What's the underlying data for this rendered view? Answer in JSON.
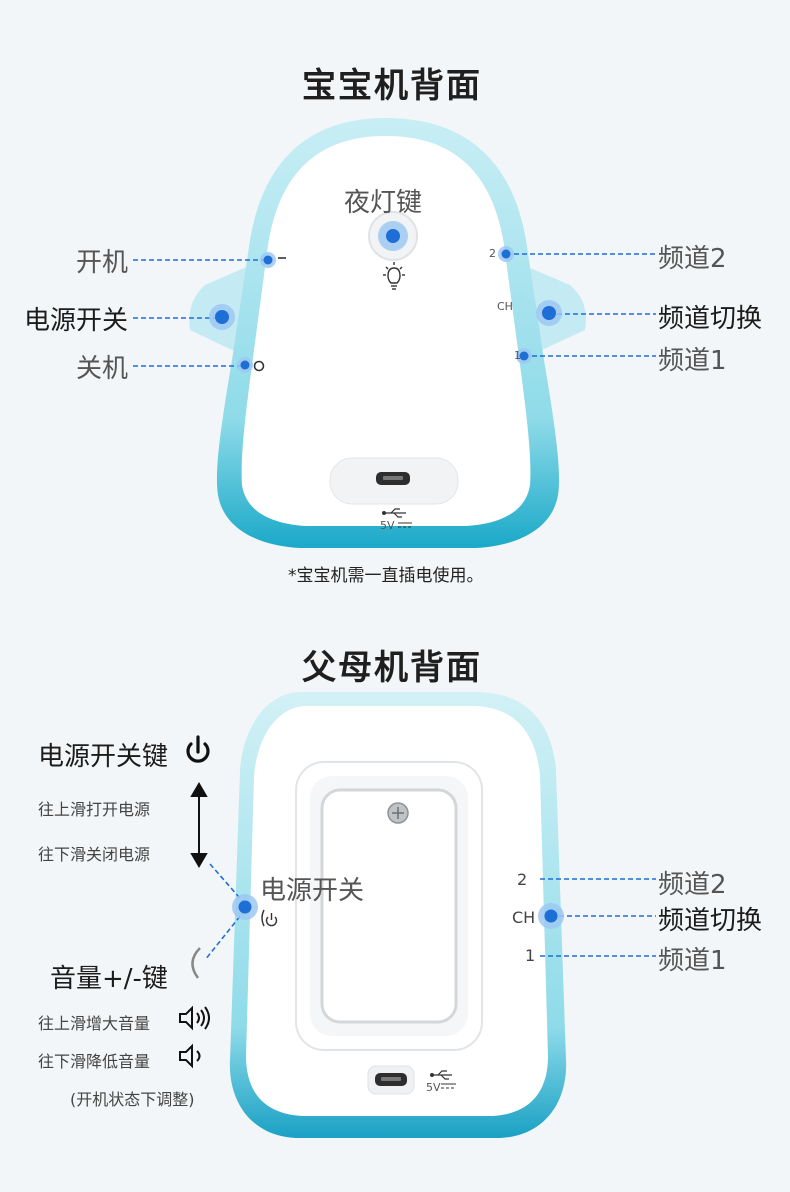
{
  "baby_unit": {
    "title": "宝宝机背面",
    "night_light_key": "夜灯键",
    "power_on": "开机",
    "power_switch": "电源开关",
    "power_off": "关机",
    "channel_2": "频道2",
    "channel_switch": "频道切换",
    "channel_1": "频道1",
    "ch_mark": "CH",
    "mark_2": "2",
    "mark_1": "1",
    "voltage": "5V",
    "note": "*宝宝机需一直插电使用。"
  },
  "parent_unit": {
    "title": "父母机背面",
    "power_key": "电源开关键",
    "slide_up_power_on": "往上滑打开电源",
    "slide_down_power_off": "往下滑关闭电源",
    "power_switch": "电源开关",
    "volume_key": "音量+/-键",
    "slide_up_volume_up": "往上滑增大音量",
    "slide_down_volume_down": "往下滑降低音量",
    "power_on_note": "(开机状态下调整)",
    "channel_2": "频道2",
    "channel_switch": "频道切换",
    "channel_1": "频道1",
    "ch_mark": "CH",
    "mark_2": "2",
    "mark_1": "1",
    "voltage": "5V"
  },
  "colors": {
    "accent": "#1d6fd6",
    "device_teal": "#4fc3d8"
  }
}
